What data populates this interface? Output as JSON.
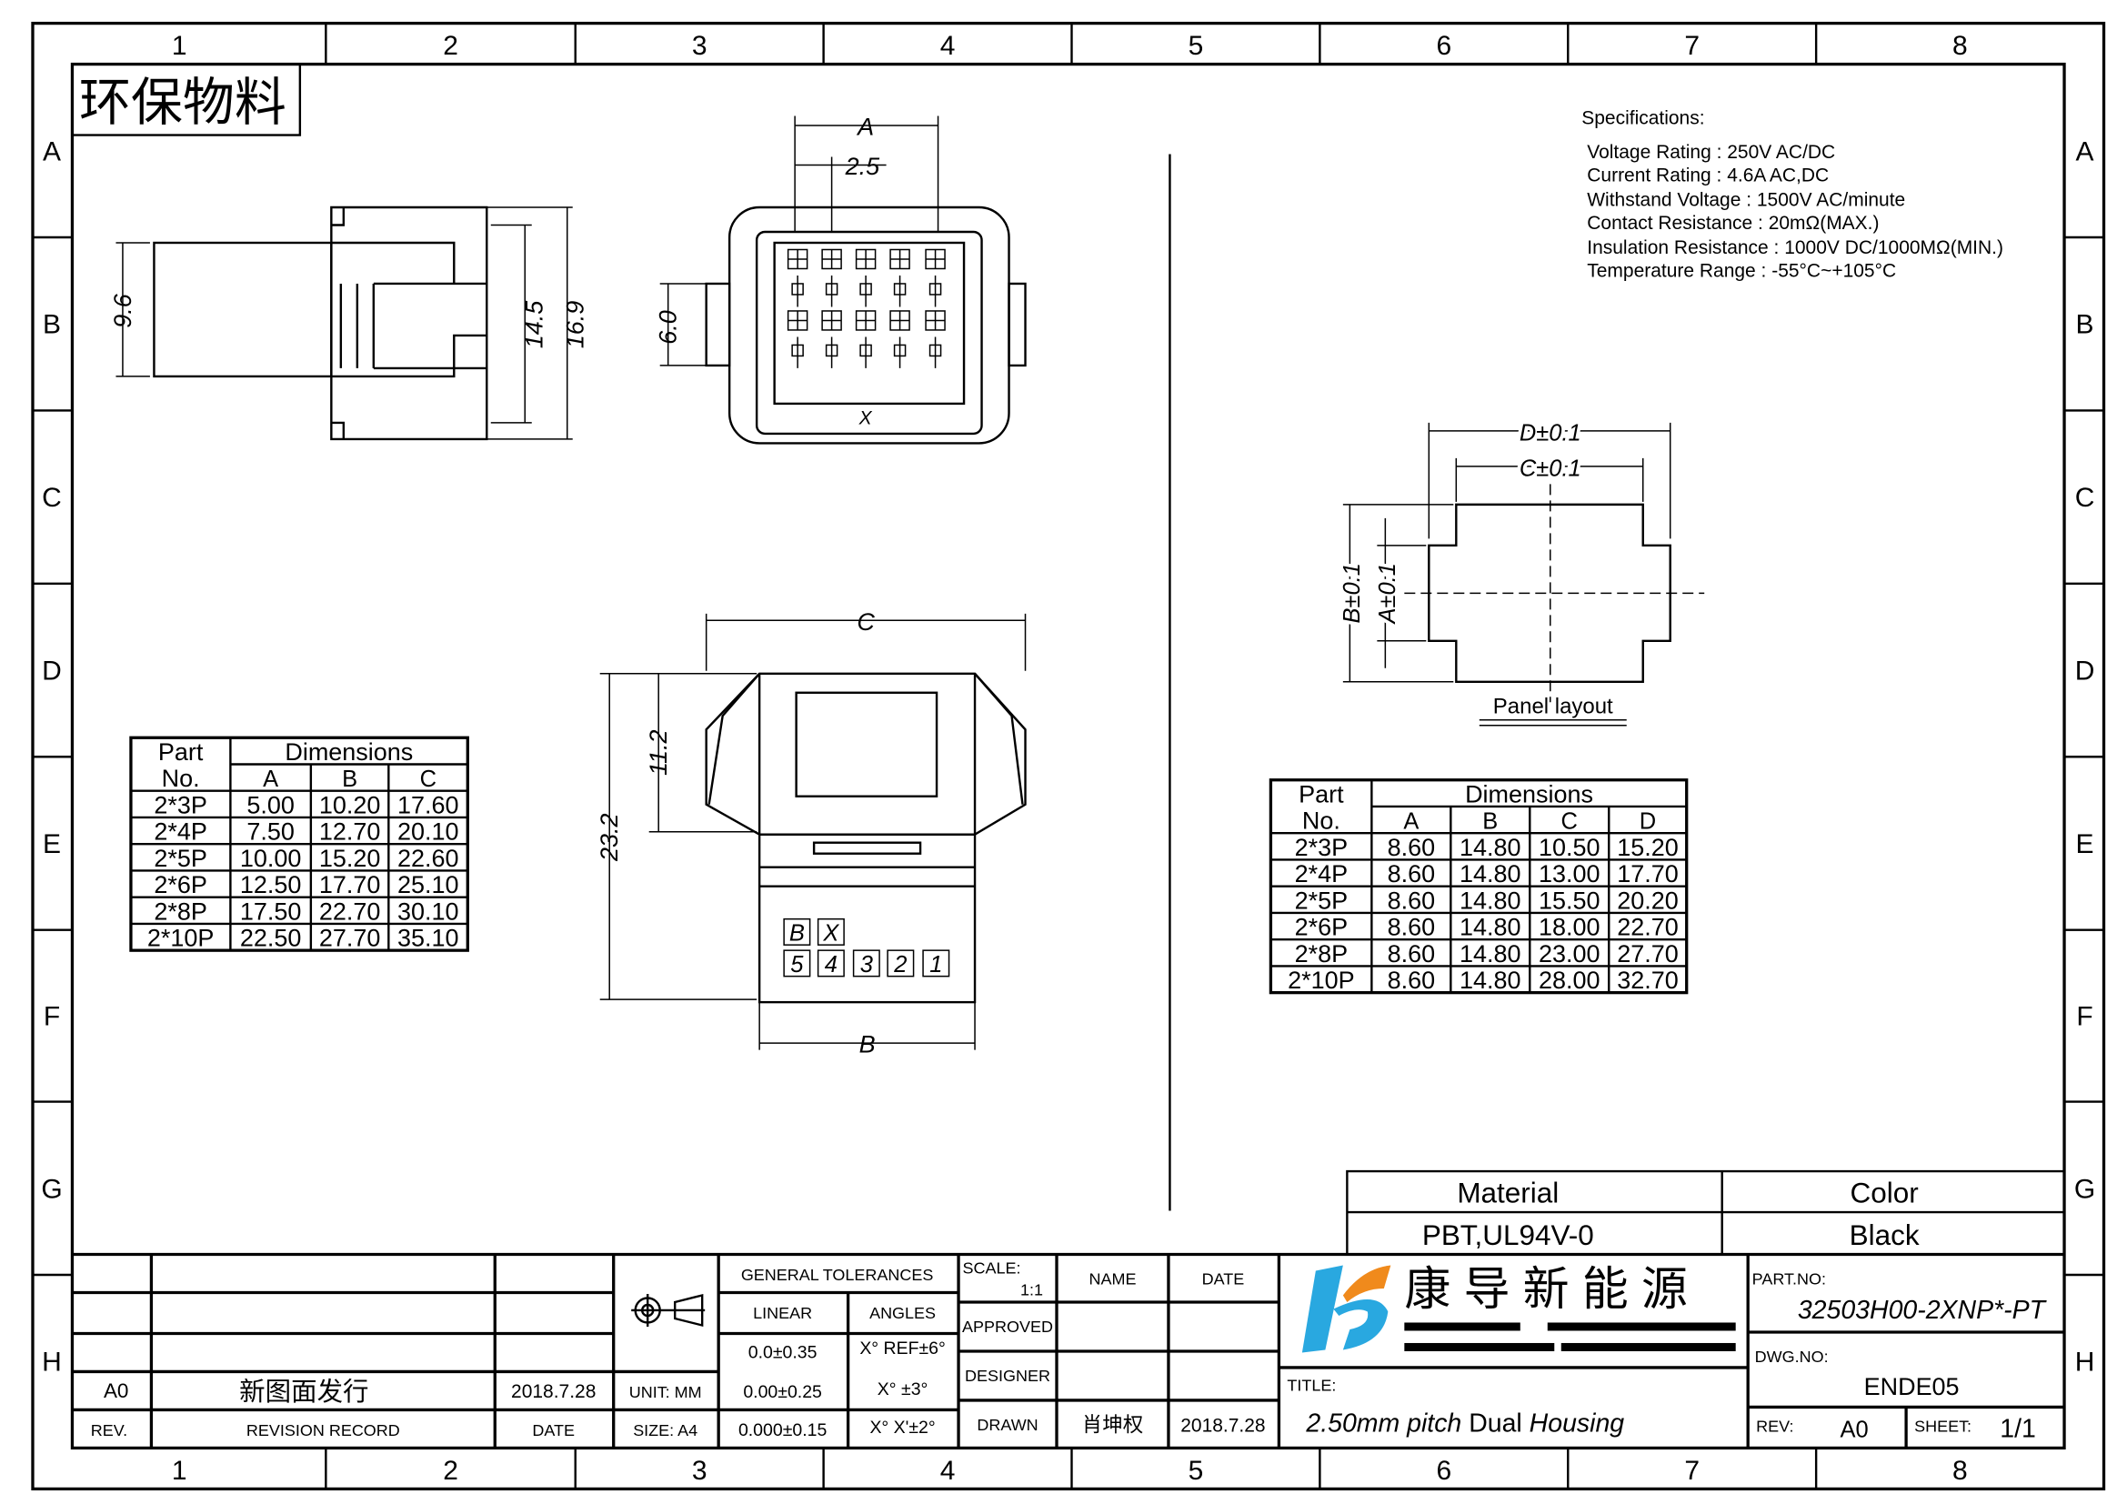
{
  "border": {
    "columns": [
      "1",
      "2",
      "3",
      "4",
      "5",
      "6",
      "7",
      "8"
    ],
    "rows": [
      "A",
      "B",
      "C",
      "D",
      "E",
      "F",
      "G",
      "H"
    ]
  },
  "stamp": "环保物料",
  "specifications": {
    "title": "Specifications:",
    "lines": [
      "Voltage Rating : 250V AC/DC",
      "Current Rating : 4.6A AC,DC",
      "Withstand Voltage : 1500V AC/minute",
      "Contact Resistance : 20mΩ(MAX.)",
      "Insulation Resistance : 1000V DC/1000MΩ(MIN.)",
      "Temperature Range : -55°C~+105°C"
    ]
  },
  "dimensions": {
    "side_view": {
      "d1": "9.6",
      "d2": "14.5",
      "d3": "16.9"
    },
    "front_view": {
      "a": "A",
      "pitch": "2.5",
      "height": "6.0",
      "key": "X"
    },
    "bottom_view": {
      "c": "C",
      "h1": "11.2",
      "h2": "23.2",
      "b": "B",
      "labels_top": [
        "B",
        "X"
      ],
      "labels_pins": [
        "5",
        "4",
        "3",
        "2",
        "1"
      ]
    },
    "panel": {
      "d": "D±0.1",
      "c": "C±0.1",
      "b": "B±0.1",
      "a": "A±0.1",
      "caption": "Panel layout"
    }
  },
  "housing_table": {
    "header_part": [
      "Part",
      "No."
    ],
    "header_dims": "Dimensions",
    "columns": [
      "A",
      "B",
      "C"
    ],
    "rows": [
      [
        "2*3P",
        "5.00",
        "10.20",
        "17.60"
      ],
      [
        "2*4P",
        "7.50",
        "12.70",
        "20.10"
      ],
      [
        "2*5P",
        "10.00",
        "15.20",
        "22.60"
      ],
      [
        "2*6P",
        "12.50",
        "17.70",
        "25.10"
      ],
      [
        "2*8P",
        "17.50",
        "22.70",
        "30.10"
      ],
      [
        "2*10P",
        "22.50",
        "27.70",
        "35.10"
      ]
    ]
  },
  "panel_table": {
    "header_part": [
      "Part",
      "No."
    ],
    "header_dims": "Dimensions",
    "columns": [
      "A",
      "B",
      "C",
      "D"
    ],
    "rows": [
      [
        "2*3P",
        "8.60",
        "14.80",
        "10.50",
        "15.20"
      ],
      [
        "2*4P",
        "8.60",
        "14.80",
        "13.00",
        "17.70"
      ],
      [
        "2*5P",
        "8.60",
        "14.80",
        "15.50",
        "20.20"
      ],
      [
        "2*6P",
        "8.60",
        "14.80",
        "18.00",
        "22.70"
      ],
      [
        "2*8P",
        "8.60",
        "14.80",
        "23.00",
        "27.70"
      ],
      [
        "2*10P",
        "8.60",
        "14.80",
        "28.00",
        "32.70"
      ]
    ]
  },
  "material": {
    "material_label": "Material",
    "material_value": "PBT,UL94V-0",
    "color_label": "Color",
    "color_value": "Black"
  },
  "title_block": {
    "revision": {
      "rev": "A0",
      "record": "新图面发行",
      "date": "2018.7.28",
      "rev_label": "REV.",
      "record_label": "REVISION RECORD",
      "date_label": "DATE"
    },
    "unit": "UNIT: MM",
    "size": "SIZE: A4",
    "tolerances": {
      "title": "GENERAL TOLERANCES",
      "linear": "LINEAR",
      "angles": "ANGLES",
      "linear_values": [
        "0.0±0.35",
        "0.00±0.25",
        "0.000±0.15"
      ],
      "angle_values": [
        "X° REF±6°",
        "X° ±3°",
        "X° X'±2°"
      ]
    },
    "scale_label": "SCALE:",
    "scale": "1:1",
    "name_label": "NAME",
    "date_label": "DATE",
    "approved": "APPROVED",
    "designer": "DESIGNER",
    "drawn": "DRAWN",
    "drawn_name": "肖坤权",
    "drawn_date": "2018.7.28",
    "company": "康 导 新 能 源",
    "title_label": "TITLE:",
    "title": [
      "2.50mm pitch",
      "Dual",
      "Housing"
    ],
    "part_no_label": "PART.NO:",
    "part_no": "32503H00-2XNP*-PT",
    "dwg_no_label": "DWG.NO:",
    "dwg_no": "ENDE05",
    "rev_label": "REV:",
    "rev": "A0",
    "sheet_label": "SHEET:",
    "sheet": "1/1",
    "logo_colors": {
      "blue": "#29a8e0",
      "orange": "#f08a1c"
    }
  }
}
